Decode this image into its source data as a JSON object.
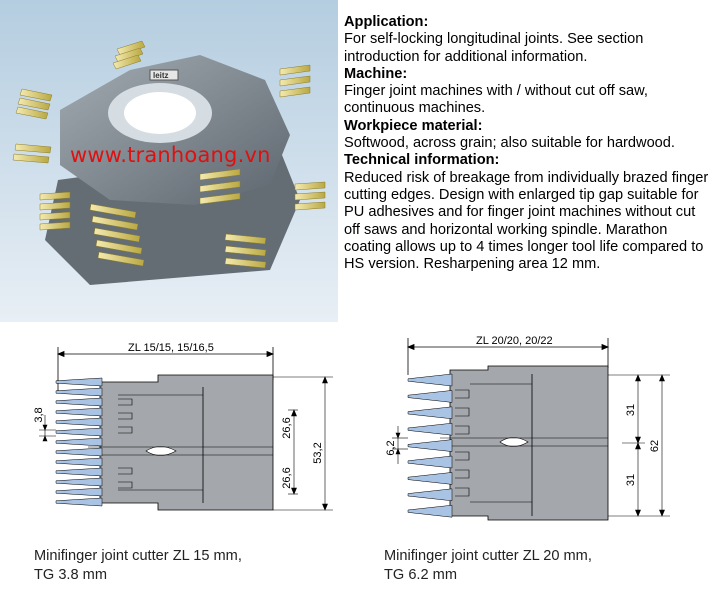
{
  "photo": {
    "watermark": "www.tranhoang.vn",
    "logo": "leitz",
    "background_top": "#b7cfe1",
    "background_bottom": "#e6eef5",
    "body_color": "#7e878f",
    "tooth_color": "#d8c96a"
  },
  "spec": {
    "application_heading": "Application:",
    "application_text": "For self-locking longitudinal joints. See section introduction for additional information.",
    "machine_heading": "Machine:",
    "machine_text": "Finger joint machines with / without cut off saw, continuous machines.",
    "workpiece_heading": "Workpiece material:",
    "workpiece_text": "Softwood, across grain; also suitable for hardwood.",
    "technical_heading": "Technical information:",
    "technical_text": "Reduced risk of breakage from individually brazed finger cutting edges. Design with enlarged tip gap suitable for PU adhesives and for finger joint machines without cut off saws and horizontal working spindle. Marathon coating allows up to 4 times longer tool life compared to HS version. Resharpening area 12 mm."
  },
  "diagram_left": {
    "top_dim": "ZL 15/15, 15/16,5",
    "tg_dim": "3,8",
    "upper_half": "26,6",
    "lower_half": "26,6",
    "total": "53,2",
    "caption_line1": "Minifinger joint cutter ZL 15 mm,",
    "caption_line2": "TG 3.8 mm"
  },
  "diagram_right": {
    "top_dim": "ZL 20/20, 20/22",
    "tg_dim": "6,2",
    "upper_half": "31",
    "lower_half": "31",
    "total": "62",
    "caption_line1": "Minifinger joint cutter ZL 20 mm,",
    "caption_line2": "TG 6.2 mm"
  },
  "colors": {
    "finger_blue": "#a9c3e4",
    "body_gray": "#a3a6ab",
    "caption_gray": "#222222"
  }
}
